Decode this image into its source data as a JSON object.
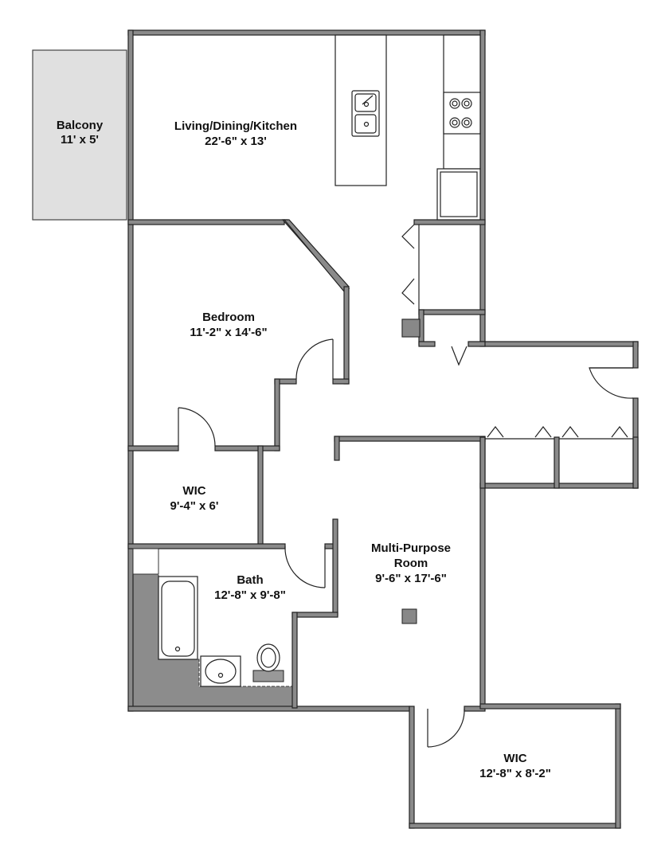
{
  "rooms": {
    "balcony": {
      "name": "Balcony",
      "dims": "11' x 5'"
    },
    "living": {
      "name": "Living/Dining/Kitchen",
      "dims": "22'-6\" x 13'"
    },
    "bedroom": {
      "name": "Bedroom",
      "dims": "11'-2\" x 14'-6\""
    },
    "wic1": {
      "name": "WIC",
      "dims": "9'-4\" x 6'"
    },
    "bath": {
      "name": "Bath",
      "dims": "12'-8\" x 9'-8\""
    },
    "multi": {
      "name_line1": "Multi-Purpose",
      "name_line2": "Room",
      "dims": "9'-6\" x 17'-6\""
    },
    "wic2": {
      "name": "WIC",
      "dims": "12'-8\" x 8'-2\""
    }
  },
  "colors": {
    "wall": "#8a8a8a",
    "balcony": "#e0e0e0",
    "shower_area": "#8c8c8c",
    "fixture_outline": "#222222"
  }
}
